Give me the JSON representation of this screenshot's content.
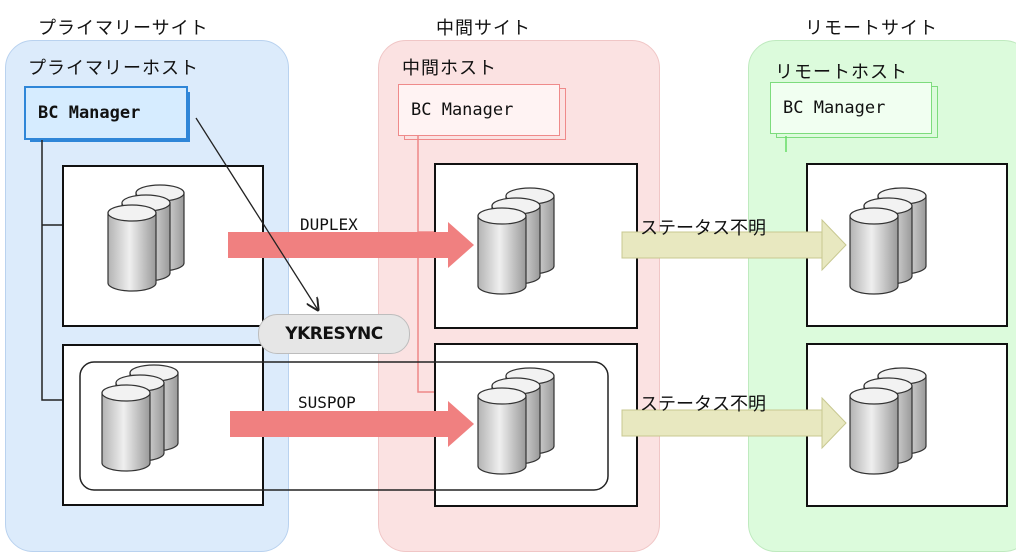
{
  "sites": {
    "primary": {
      "title": "プライマリーサイト",
      "host": "プライマリーホスト",
      "manager": "BC Manager",
      "color": "#dcebfb"
    },
    "intermediate": {
      "title": "中間サイト",
      "host": "中間ホスト",
      "manager": "BC Manager",
      "color": "#fbe2e2"
    },
    "remote": {
      "title": "リモートサイト",
      "host": "リモートホスト",
      "manager": "BC Manager",
      "color": "#dcfbdc"
    }
  },
  "command": "YKRESYNC",
  "pairs": {
    "upper_primary": "DUPLEX",
    "lower_primary": "SUSPOP",
    "upper_remote": "ステータス不明",
    "lower_remote": "ステータス不明"
  }
}
